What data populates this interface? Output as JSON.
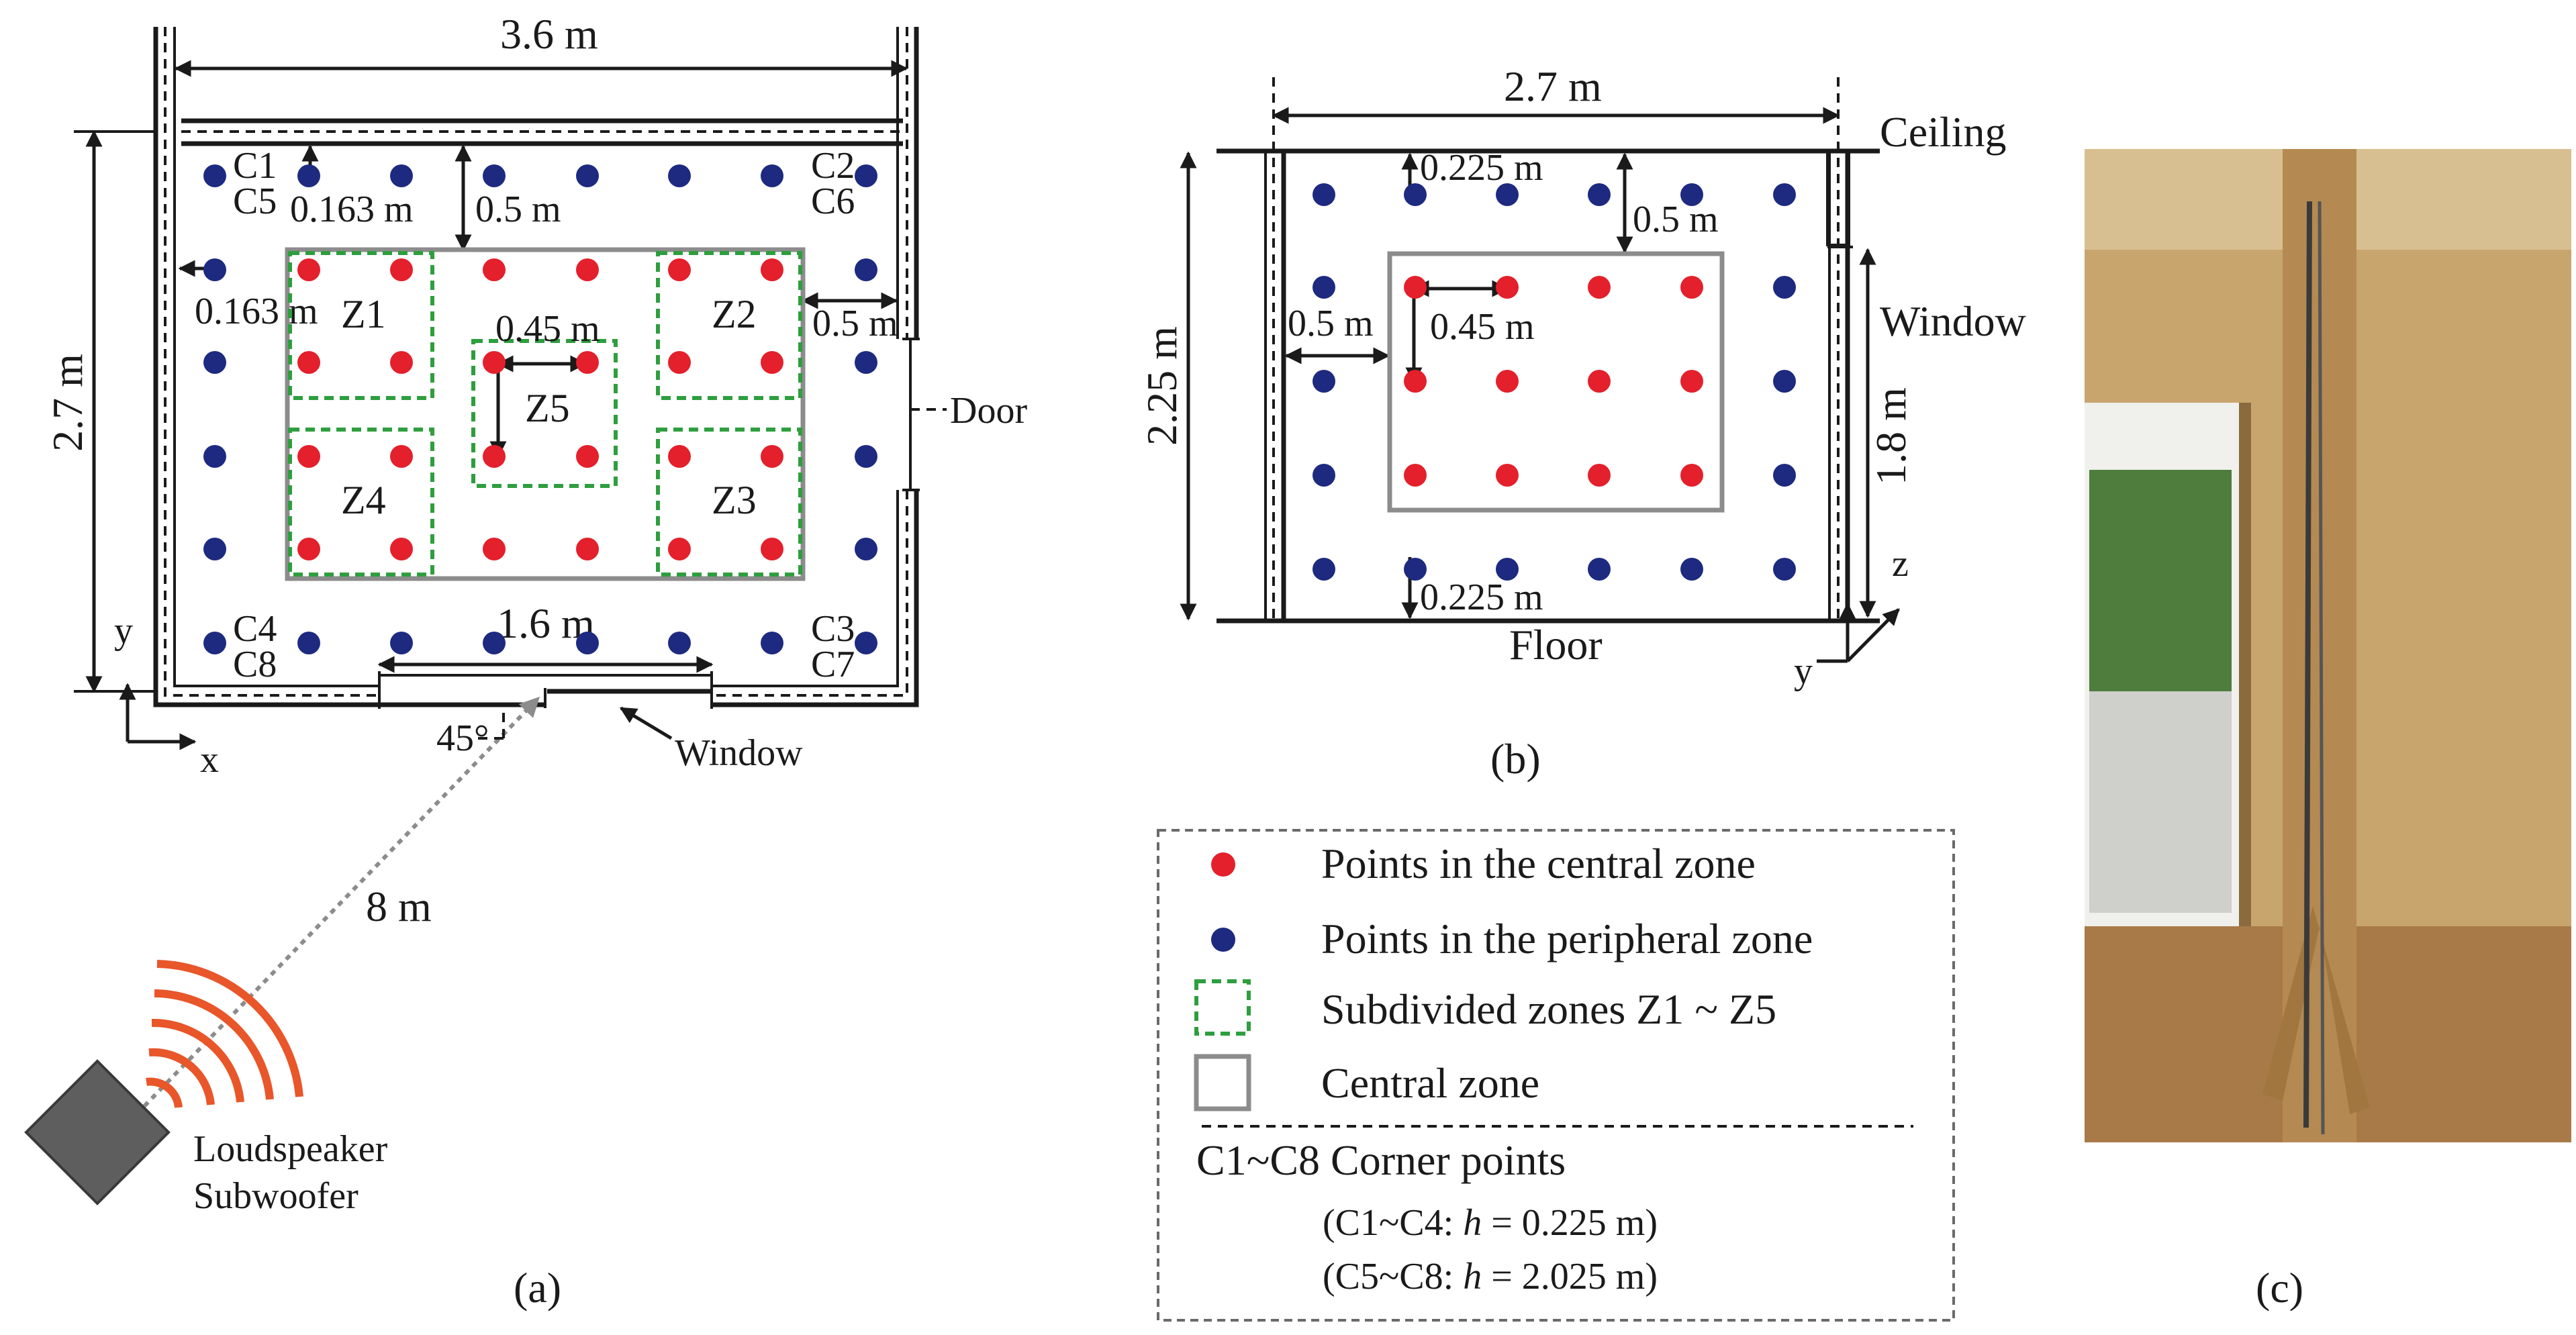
{
  "panel_a": {
    "caption": "(a)",
    "width_label": "3.6 m",
    "height_label": "2.7 m",
    "corner_labels": [
      "C1",
      "C5",
      "C2",
      "C6",
      "C4",
      "C8",
      "C3",
      "C7"
    ],
    "dim_0163_a": "0.163 m",
    "dim_0163_b": "0.163 m",
    "dim_05_a": "0.5 m",
    "dim_05_b": "0.5 m",
    "dim_045": "0.45 m",
    "dim_16": "1.6 m",
    "zones": [
      "Z1",
      "Z2",
      "Z3",
      "Z4",
      "Z5"
    ],
    "door": "Door",
    "window": "Window",
    "angle": "45°",
    "distance": "8 m",
    "speaker_line1": "Loudspeaker",
    "speaker_line2": "Subwoofer",
    "axis_y": "y",
    "axis_x": "x"
  },
  "panel_b": {
    "caption": "(b)",
    "width_label": "2.7 m",
    "height_label": "2.25 m",
    "ceiling": "Ceiling",
    "floor": "Floor",
    "window": "Window",
    "window_height": "1.8 m",
    "dim_0225_top": "0.225 m",
    "dim_0225_bottom": "0.225 m",
    "dim_05_top": "0.5 m",
    "dim_05_left": "0.5 m",
    "dim_045": "0.45 m",
    "axis_z": "z",
    "axis_y": "y"
  },
  "panel_c": {
    "caption": "(c)"
  },
  "legend": {
    "central_points": "Points in the central zone",
    "peripheral_points": "Points in the peripheral zone",
    "subdivided": "Subdivided zones Z1 ~ Z5",
    "central_zone": "Central zone",
    "corner_points": "C1~C8 Corner points",
    "c1_c4_prefix": "(C1~C4: ",
    "c1_c4_var": "h",
    "c1_c4_value": " = 0.225 m)",
    "c5_c8_prefix": "(C5~C8: ",
    "c5_c8_var": "h",
    "c5_c8_value": " = 2.025 m)"
  },
  "colors": {
    "central_point": "#e3202b",
    "peripheral_point": "#1d2a80",
    "subzone_border": "#2e9e3e",
    "central_zone_border": "#8c8c8c",
    "speaker_waves": "#e8562a",
    "speaker_body": "#5e5e5e"
  }
}
